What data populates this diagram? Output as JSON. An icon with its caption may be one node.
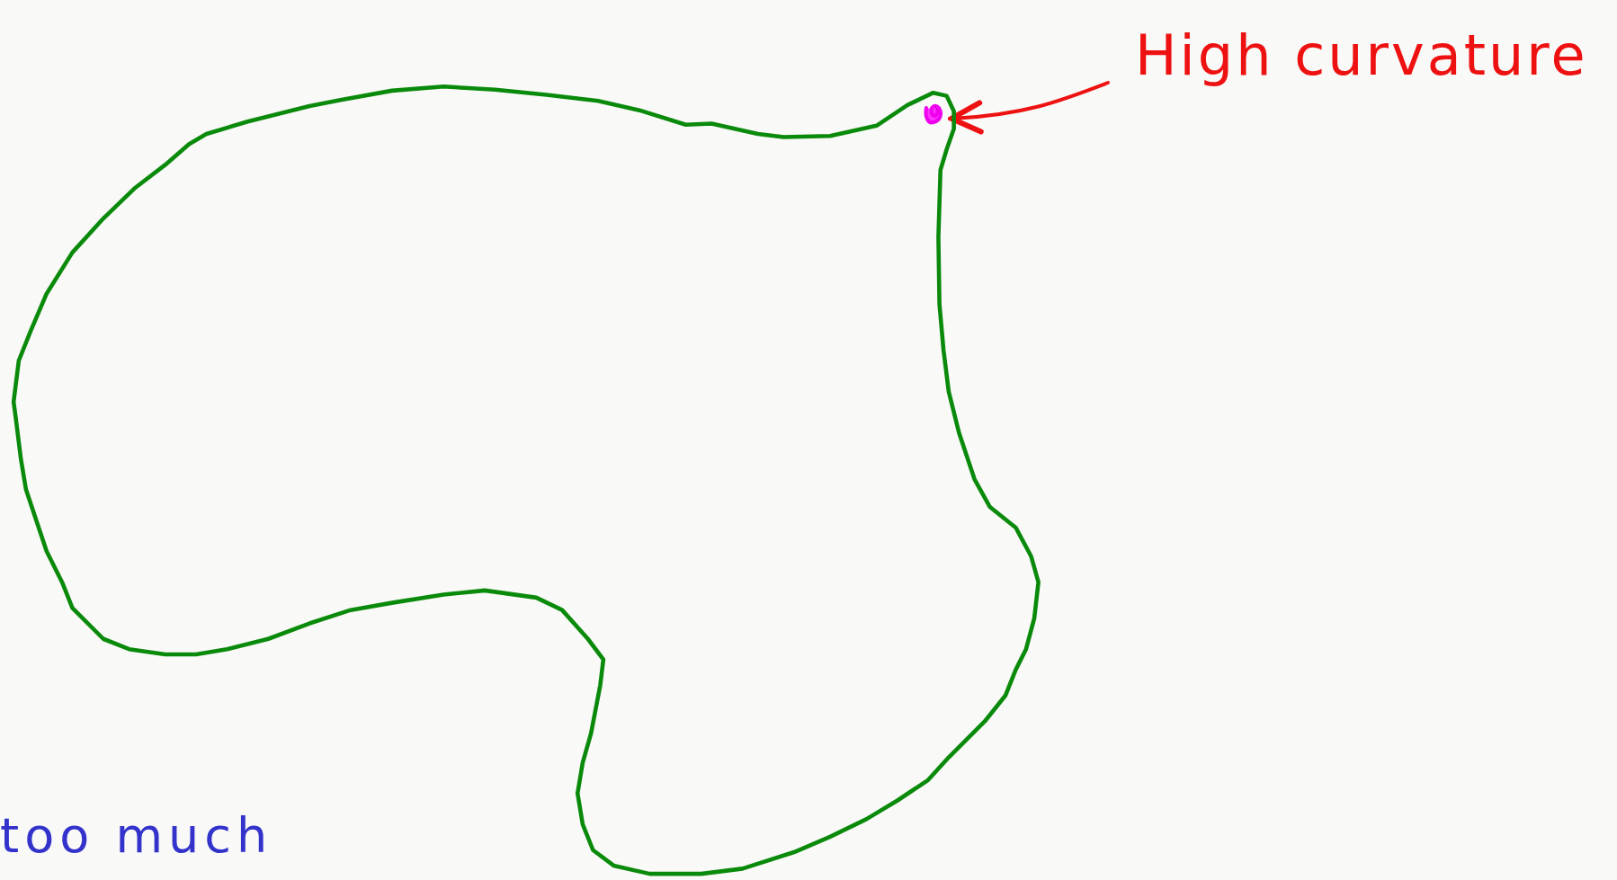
{
  "diagram": {
    "nodes": [
      {
        "text": [
          "High curvature"
        ]
      },
      {
        "text": [],
        "shape": "dot"
      }
    ],
    "edges": [
      {
        "from": 0,
        "to": 1,
        "arrow": "to"
      }
    ],
    "labels": [
      "too much"
    ]
  }
}
